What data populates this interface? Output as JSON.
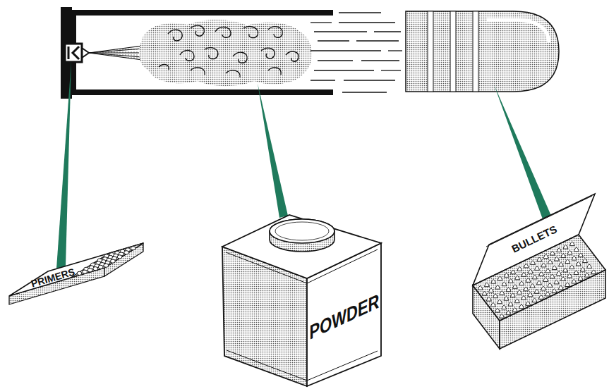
{
  "diagram": {
    "nodes": [
      {
        "text": [
          "PRIMERS"
        ]
      },
      {
        "text": [
          "POWDER"
        ]
      },
      {
        "text": [
          "BULLETS"
        ]
      }
    ]
  }
}
